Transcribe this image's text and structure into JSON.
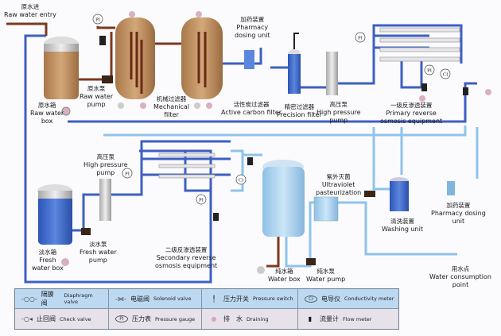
{
  "labels": {
    "raw_water_entry": {
      "cn": "原水进",
      "en": "Raw water entry"
    },
    "raw_water_box": {
      "cn": "原水箱",
      "en1": "Raw water",
      "en2": "box"
    },
    "raw_water_pump": {
      "cn": "原水泵",
      "en1": "Raw water",
      "en2": "pump"
    },
    "mechanical_filter": {
      "cn": "机械过滤器",
      "en1": "Mechanical",
      "en2": "filter"
    },
    "pharmacy_dosing_unit_1": {
      "cn": "加药装置",
      "en1": "Pharmacy",
      "en2": "dosing unit"
    },
    "active_carbon_filter": {
      "cn": "活性炭过滤器",
      "en": "Active carbon filter"
    },
    "precision_filter": {
      "cn": "精密过滤器",
      "en": "Precision filter"
    },
    "high_pressure_pump_1": {
      "cn": "高压泵",
      "en1": "High pressure",
      "en2": "pump"
    },
    "primary_ro": {
      "cn": "一级反渗透装置",
      "en1": "Primary reverse",
      "en2": "osmosis equipment"
    },
    "high_pressure_pump_2": {
      "cn": "高压泵",
      "en1": "High pressure",
      "en2": "pump"
    },
    "fresh_water_box": {
      "cn": "淡水箱",
      "en1": "Fresh",
      "en2": "water box"
    },
    "fresh_water_pump": {
      "cn": "淡水泵",
      "en1": "Fresh water",
      "en2": "pump"
    },
    "secondary_ro": {
      "cn": "二级反渗透装置",
      "en1": "Secondary reverse",
      "en2": "osmosis equipment"
    },
    "uv": {
      "cn": "紫外灭菌",
      "en1": "Ultraviolet",
      "en2": "pasteurization"
    },
    "washing_unit": {
      "cn": "清洗装置",
      "en": "Washing unit"
    },
    "pharmacy_dosing_unit_2": {
      "cn": "加药装置",
      "en1": "Pharmacy dosing",
      "en2": "unit"
    },
    "water_box": {
      "cn": "纯水箱",
      "en": "Water box"
    },
    "water_pump": {
      "cn": "纯水泵",
      "en": "Water pump"
    },
    "water_consumption_point": {
      "cn": "用水点",
      "en1": "Water consumption",
      "en2": "point"
    }
  },
  "instruments": {
    "pressure_gauge": "PI",
    "conductivity_meter": "CI"
  },
  "legend": [
    {
      "symbol": "-○○-",
      "cn": "隔膜阀",
      "en": "Diaphragm valve"
    },
    {
      "symbol": "-⋈-",
      "cn": "电磁阀",
      "en": "Solenoid valve"
    },
    {
      "symbol": "╿",
      "cn": "压力开关",
      "en": "Pressure switch"
    },
    {
      "symbol": "CI",
      "cn": "电导仪",
      "en": "Conductivity meter"
    },
    {
      "symbol": "-○◂",
      "cn": "止回阀",
      "en": "Check valve"
    },
    {
      "symbol": "PI",
      "cn": "压力表",
      "en": "Pressure gauge"
    },
    {
      "symbol": "●",
      "cn": "排　水",
      "en": "Draining"
    },
    {
      "symbol": "▮",
      "cn": "流量计",
      "en": "Flow meter"
    }
  ],
  "colors": {
    "pipe_blue": "#3d5fc4",
    "pipe_light": "#8fc3ea",
    "pipe_brown": "#7a3a1e",
    "raw_tank": "#b98a5a",
    "fresh_tank": "#3a66c9",
    "pure_tank": "#a9d2f0"
  }
}
